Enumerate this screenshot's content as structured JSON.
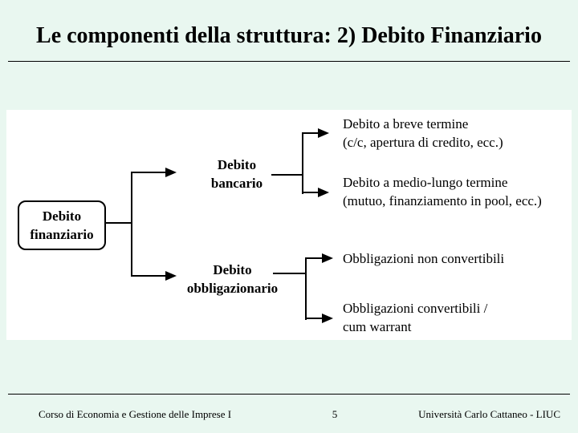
{
  "slide": {
    "title": "Le componenti della struttura: 2) Debito Finanziario",
    "colors": {
      "background": "#e9f7f0",
      "content_background": "#ffffff",
      "line": "#000000",
      "text": "#000000"
    }
  },
  "diagram": {
    "root": {
      "label": "Debito finanziario"
    },
    "branches": [
      {
        "label": "Debito bancario"
      },
      {
        "label": "Debito obbligazionario"
      }
    ],
    "leaves": [
      {
        "line1": "Debito a breve termine",
        "line2": "(c/c, apertura di credito, ecc.)"
      },
      {
        "line1": "Debito a medio-lungo termine",
        "line2": "(mutuo, finanziamento in pool, ecc.)"
      },
      {
        "line1": "Obbligazioni non convertibili",
        "line2": ""
      },
      {
        "line1": "Obbligazioni convertibili /",
        "line2": "cum warrant"
      }
    ]
  },
  "footer": {
    "course": "Corso di Economia e Gestione delle Imprese I",
    "page_number": "5",
    "institution": "Università Carlo Cattaneo - LIUC"
  }
}
